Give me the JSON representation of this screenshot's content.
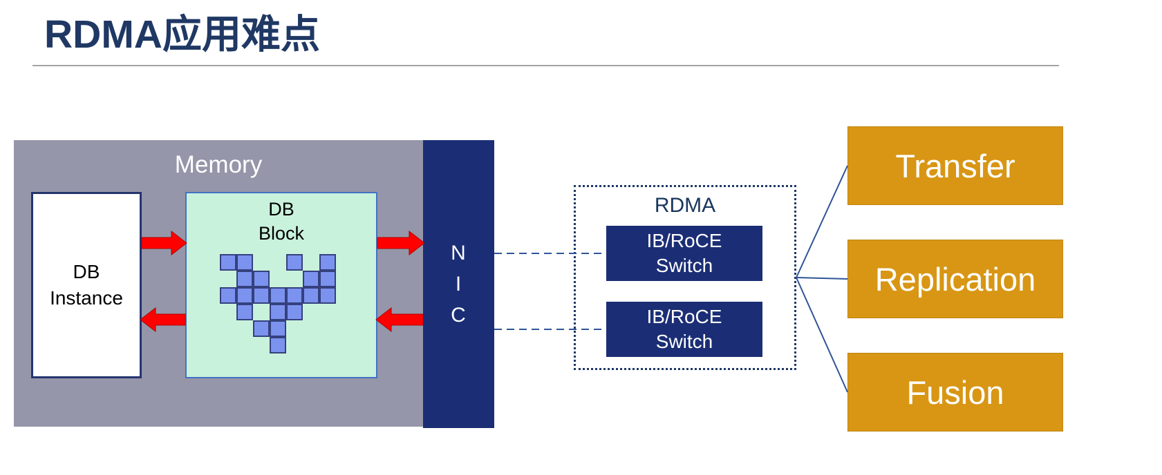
{
  "title": "RDMA应用难点",
  "diagram": {
    "memory": {
      "label": "Memory"
    },
    "db_instance": {
      "label": "DB\nInstance"
    },
    "db_block": {
      "label": "DB\nBlock",
      "squares": [
        [
          0,
          0
        ],
        [
          1,
          0
        ],
        [
          4,
          0
        ],
        [
          6,
          0
        ],
        [
          1,
          1
        ],
        [
          2,
          1
        ],
        [
          5,
          1
        ],
        [
          6,
          1
        ],
        [
          0,
          2
        ],
        [
          1,
          2
        ],
        [
          2,
          2
        ],
        [
          3,
          2
        ],
        [
          4,
          2
        ],
        [
          5,
          2
        ],
        [
          6,
          2
        ],
        [
          1,
          3
        ],
        [
          3,
          3
        ],
        [
          4,
          3
        ],
        [
          2,
          4
        ],
        [
          3,
          4
        ],
        [
          3,
          5
        ]
      ]
    },
    "nic": {
      "label": "N\nI\nC"
    },
    "rdma_group": {
      "label": "RDMA",
      "switches": [
        {
          "label": "IB/RoCE\nSwitch"
        },
        {
          "label": "IB/RoCE\nSwitch"
        }
      ]
    },
    "outputs": [
      {
        "label": "Transfer"
      },
      {
        "label": "Replication"
      },
      {
        "label": "Fusion"
      }
    ]
  },
  "colors": {
    "title_text": "#1F3864",
    "memory_bg": "#9596A9",
    "nic_bg": "#1B2E75",
    "switch_bg": "#1B2E75",
    "db_block_bg": "#C9F2DC",
    "square_fill": "#7B93EE",
    "arrow_red": "#FE0000",
    "output_bg": "#D89614",
    "connector_blue": "#2F5496"
  }
}
